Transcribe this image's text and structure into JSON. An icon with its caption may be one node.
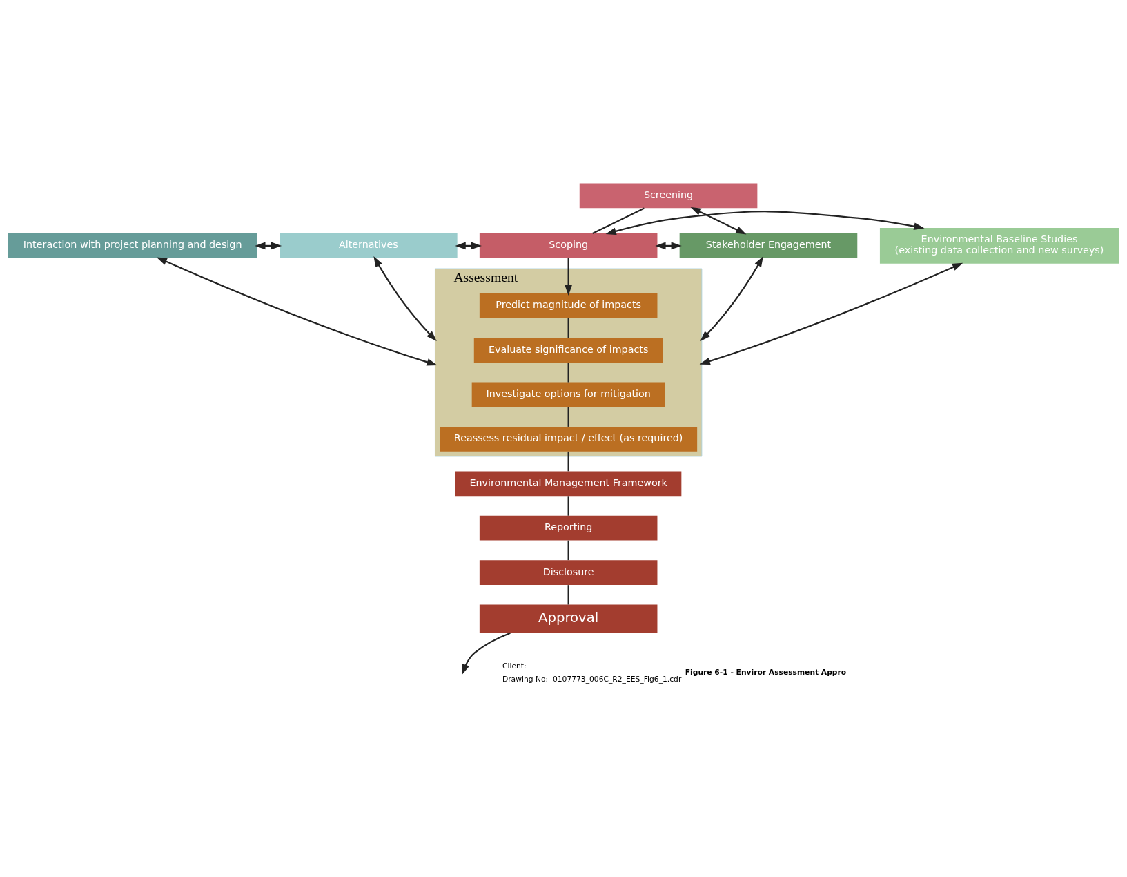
{
  "diagram": {
    "nodes": [
      {
        "text": [
          "Interaction with project planning and design"
        ]
      },
      {
        "text": [
          "Alternatives"
        ]
      },
      {
        "text": [
          "Screening"
        ]
      },
      {
        "text": [
          "Scoping"
        ]
      },
      {
        "text": [
          "Assessment"
        ]
      },
      {
        "text": [
          "Predict magnitude of impacts"
        ],
        "in": 4
      },
      {
        "text": [
          "Evaluate significance of impacts"
        ],
        "in": 4
      },
      {
        "text": [
          "Investigate options for mitigation"
        ],
        "in": 4
      },
      {
        "text": [
          "Reassess residual impact / effect (as required)"
        ],
        "in": 4
      },
      {
        "text": [
          "Environmental Management Framework"
        ]
      },
      {
        "text": [
          "Reporting"
        ]
      },
      {
        "text": [
          "Disclosure"
        ]
      },
      {
        "text": [
          "Approval"
        ]
      },
      {
        "text": [
          "Environmental Baseline Studies",
          "(existing data collection and new surveys)"
        ]
      },
      {
        "text": [
          "Stakeholder Engagement"
        ]
      }
    ],
    "edges": [
      {
        "from": 2,
        "to": 3,
        "arrow": "none"
      },
      {
        "from": 3,
        "to": 5,
        "arrow": "to"
      },
      {
        "from": 5,
        "to": 6,
        "arrow": "none"
      },
      {
        "from": 6,
        "to": 7,
        "arrow": "none"
      },
      {
        "from": 7,
        "to": 8,
        "arrow": "none"
      },
      {
        "from": 8,
        "to": 9,
        "arrow": "none"
      },
      {
        "from": 9,
        "to": 10,
        "arrow": "none"
      },
      {
        "from": 10,
        "to": 11,
        "arrow": "none"
      },
      {
        "from": 11,
        "to": 12,
        "arrow": "none"
      },
      {
        "from": 12,
        "to": null,
        "arrow": "to"
      },
      {
        "from": 2,
        "to": 14,
        "arrow": "both"
      },
      {
        "from": 3,
        "to": 14,
        "arrow": "both"
      },
      {
        "from": 3,
        "to": 13,
        "arrow": "both"
      },
      {
        "from": 1,
        "to": 3,
        "arrow": "both"
      },
      {
        "from": 0,
        "to": 1,
        "arrow": "both"
      },
      {
        "from": 1,
        "to": 4,
        "arrow": "both"
      },
      {
        "from": 0,
        "to": 4,
        "arrow": "both"
      },
      {
        "from": 4,
        "to": 13,
        "arrow": "both"
      },
      {
        "from": 4,
        "to": 14,
        "arrow": "both"
      }
    ],
    "labels": [
      "Client:",
      "Drawing No:",
      "0107773_006C_R2_EES_Fig6_1.cdr",
      "Figure 6-1 - Enviror Assessment Appro"
    ]
  }
}
